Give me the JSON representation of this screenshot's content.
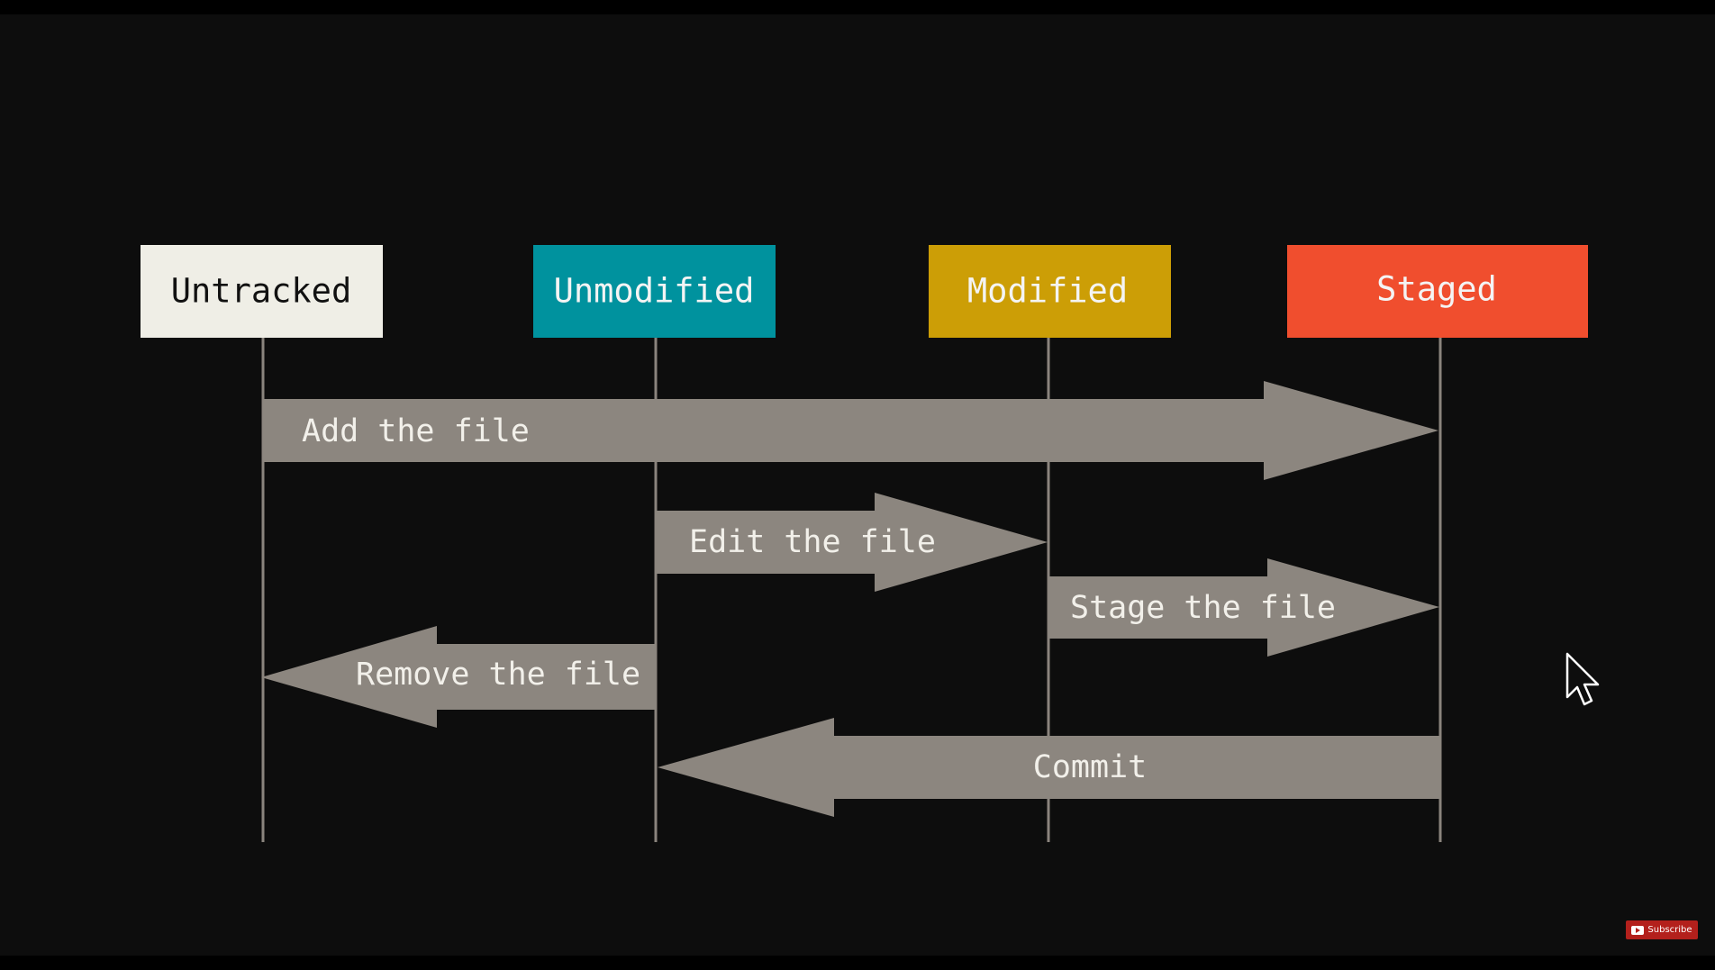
{
  "colors": {
    "background": "#0d0d0d",
    "lifeline": "#8a847d",
    "arrow": "#8c867f",
    "arrow_text": "#f2f0ea"
  },
  "states": [
    {
      "id": "untracked",
      "label": "Untracked",
      "fill": "#efeee6",
      "text_color": "#111111"
    },
    {
      "id": "unmodified",
      "label": "Unmodified",
      "fill": "#00929e",
      "text_color": "#f4f4f4"
    },
    {
      "id": "modified",
      "label": "Modified",
      "fill": "#cc9e06",
      "text_color": "#f4f4f4"
    },
    {
      "id": "staged",
      "label": "Staged",
      "fill": "#f04e2e",
      "text_color": "#f4f4f4"
    }
  ],
  "transitions": [
    {
      "id": "add-the-file",
      "label": "Add the file",
      "from": "untracked",
      "to": "staged"
    },
    {
      "id": "edit-the-file",
      "label": "Edit the file",
      "from": "unmodified",
      "to": "modified"
    },
    {
      "id": "stage-the-file",
      "label": "Stage the file",
      "from": "modified",
      "to": "staged"
    },
    {
      "id": "remove-the-file",
      "label": "Remove the file",
      "from": "unmodified",
      "to": "untracked"
    },
    {
      "id": "commit",
      "label": "Commit",
      "from": "staged",
      "to": "unmodified"
    }
  ],
  "subscribe": {
    "label": "Subscribe",
    "icon": "youtube-logo-icon"
  },
  "cursor": {
    "icon": "mouse-pointer-icon"
  }
}
